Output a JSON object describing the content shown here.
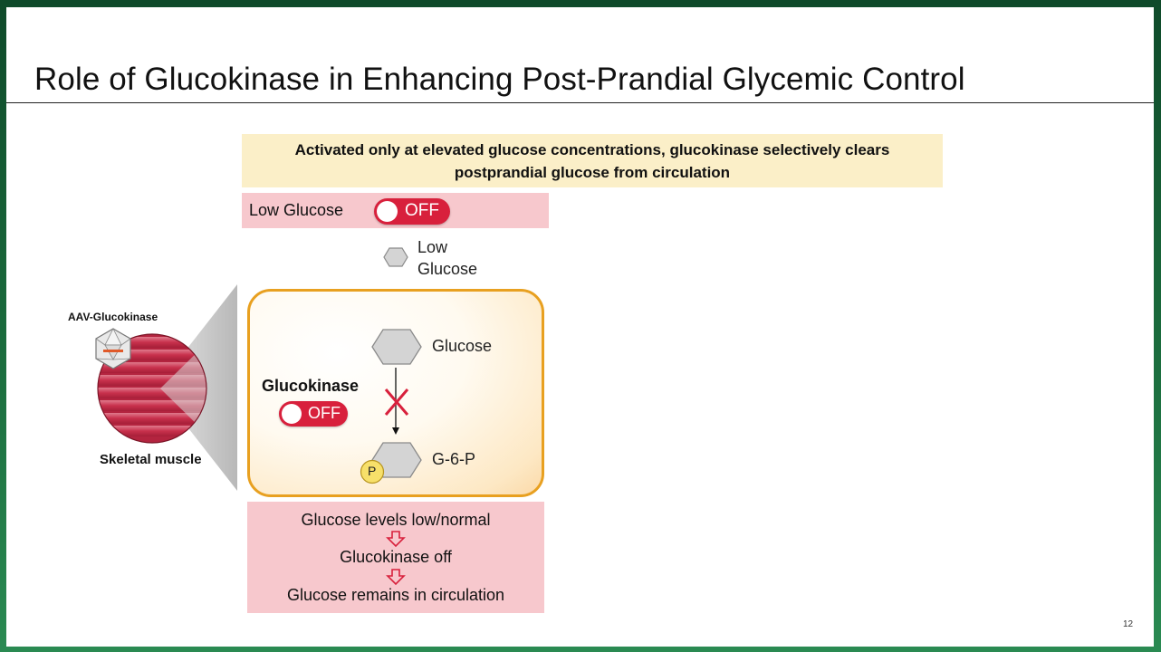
{
  "slide": {
    "title": "Role of Glucokinase in Enhancing Post-Prandial Glycemic Control",
    "page_number": "12"
  },
  "banner": {
    "line1": "Activated only at elevated glucose concentrations, glucokinase selectively clears",
    "line2": "postprandial glucose from circulation"
  },
  "low_glucose_bar": {
    "label": "Low Glucose",
    "toggle_text": "OFF"
  },
  "extracellular": {
    "label_line1": "Low",
    "label_line2": "Glucose"
  },
  "muscle": {
    "vector_label": "AAV-Glucokinase",
    "tissue_label": "Skeletal muscle"
  },
  "cell": {
    "enzyme_label": "Glucokinase",
    "enzyme_toggle_text": "OFF",
    "substrate_label": "Glucose",
    "product_label": "G-6-P",
    "phosphate_label": "P"
  },
  "summary": {
    "line1": "Glucose levels low/normal",
    "line2": "Glucokinase off",
    "line3": "Glucose remains in circulation"
  },
  "colors": {
    "toggle_red": "#d8203c",
    "pink_panel": "#f7c8cd",
    "banner_yellow": "#fbefc8",
    "cell_border": "#e8a020"
  }
}
